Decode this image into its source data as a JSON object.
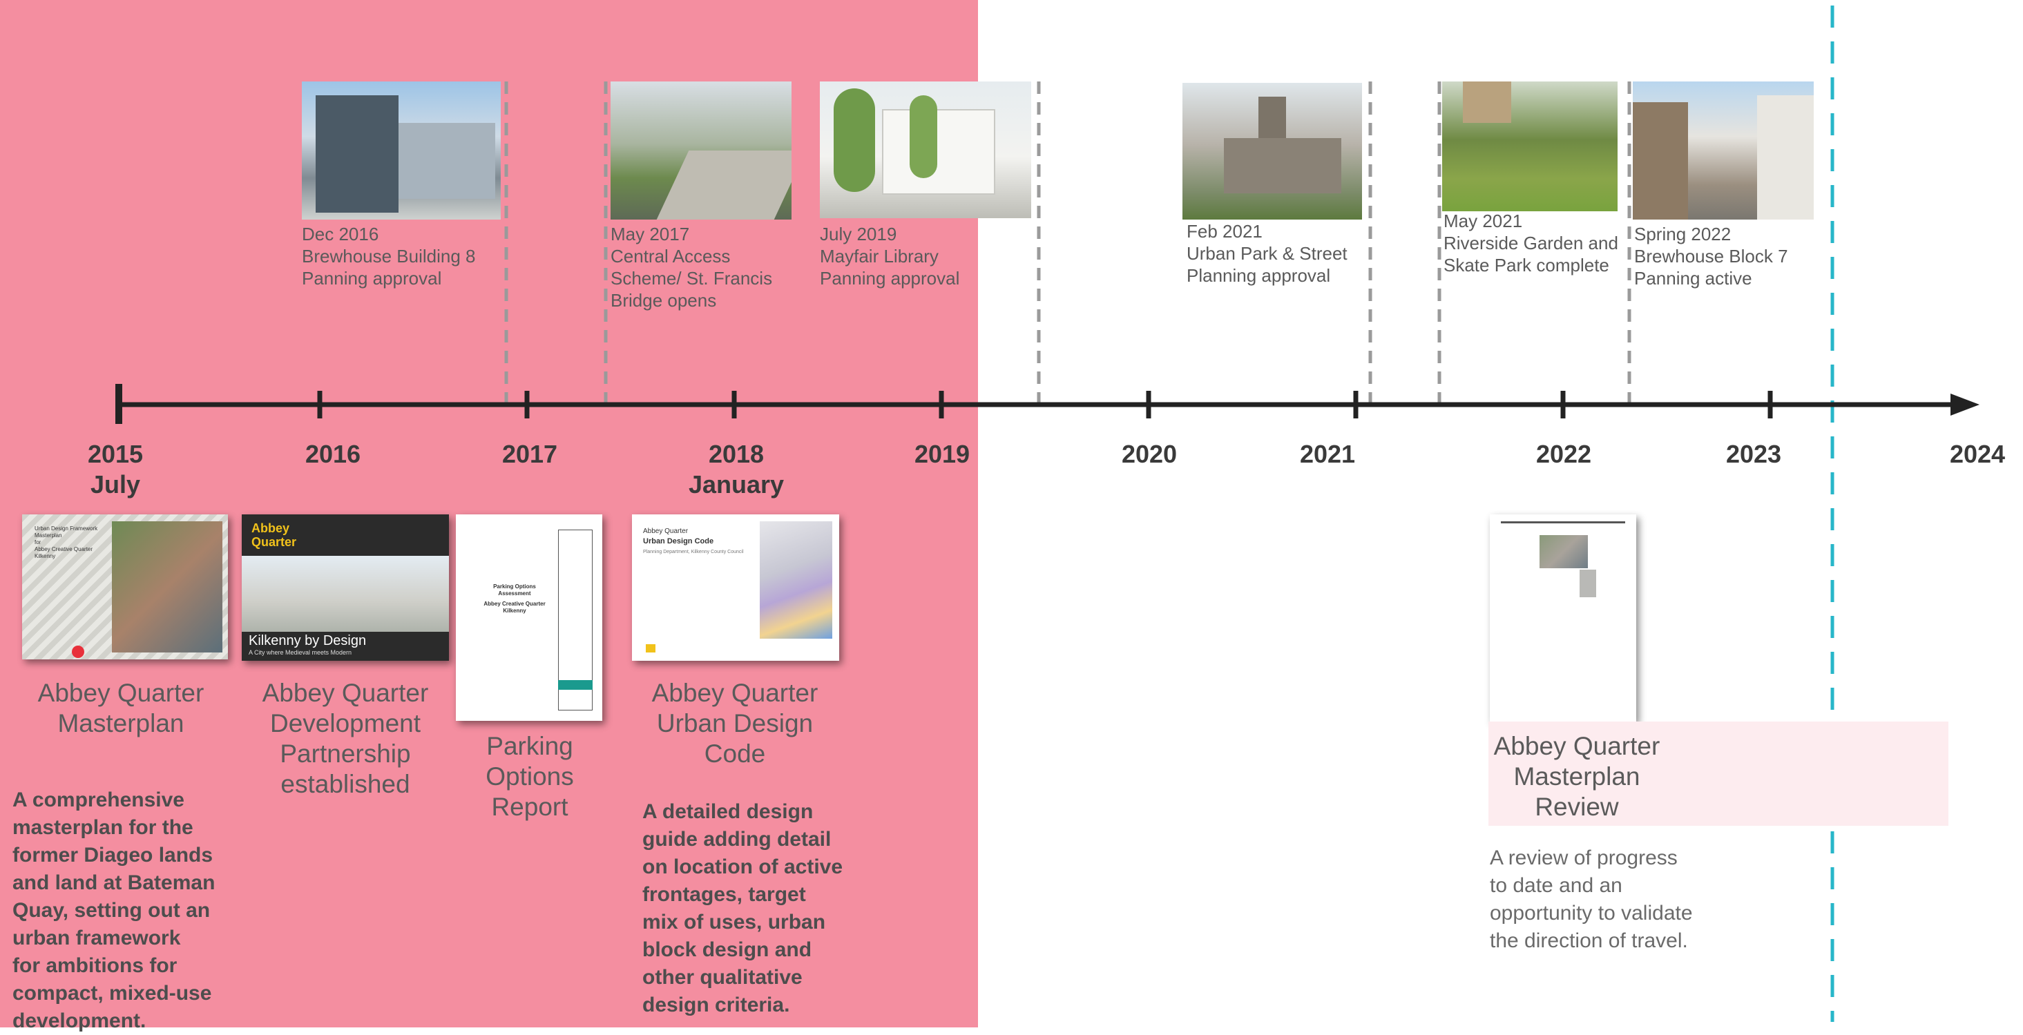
{
  "years": [
    {
      "label": "2015",
      "sub": "July"
    },
    {
      "label": "2016",
      "sub": ""
    },
    {
      "label": "2017",
      "sub": ""
    },
    {
      "label": "2018",
      "sub": "January"
    },
    {
      "label": "2019",
      "sub": ""
    },
    {
      "label": "2020",
      "sub": ""
    },
    {
      "label": "2021",
      "sub": ""
    },
    {
      "label": "2022",
      "sub": ""
    },
    {
      "label": "2023",
      "sub": ""
    },
    {
      "label": "2024",
      "sub": ""
    }
  ],
  "milestones": [
    {
      "lines": [
        "Dec 2016",
        "Brewhouse Building 8",
        "Panning approval"
      ]
    },
    {
      "lines": [
        "May 2017",
        "Central Access",
        "Scheme/ St. Francis",
        "Bridge opens"
      ]
    },
    {
      "lines": [
        "July 2019",
        "Mayfair Library",
        "Panning approval"
      ]
    },
    {
      "lines": [
        "Feb 2021",
        "Urban Park & Street",
        "Planning approval"
      ]
    },
    {
      "lines": [
        "May 2021",
        "Riverside Garden and",
        "Skate Park complete"
      ]
    },
    {
      "lines": [
        "Spring 2022",
        "Brewhouse Block 7",
        "Panning active"
      ]
    }
  ],
  "documents": [
    {
      "title": [
        "Abbey Quarter",
        "Masterplan"
      ],
      "description": [
        "A comprehensive",
        "masterplan for the",
        "former Diageo lands",
        "and land at Bateman",
        "Quay, setting out an",
        "urban framework",
        "for ambitions for",
        "compact, mixed-use",
        "development."
      ]
    },
    {
      "title": [
        "Abbey Quarter",
        "Development",
        "Partnership",
        "established"
      ],
      "description": []
    },
    {
      "title": [
        "Parking",
        "Options",
        "Report"
      ],
      "description": []
    },
    {
      "title": [
        "Abbey Quarter",
        "Urban Design",
        "Code"
      ],
      "description": [
        "A detailed design",
        "guide adding detail",
        "on location of active",
        "frontages, target",
        "mix of uses, urban",
        "block design and",
        "other qualitative",
        "design criteria."
      ]
    },
    {
      "title": [
        "Abbey Quarter",
        "Masterplan",
        "Review"
      ],
      "description": [
        "A review of progress",
        "to date and an",
        "opportunity to validate",
        "the direction of travel."
      ]
    }
  ],
  "thumb_text": {
    "masterplan_cover": [
      "Urban Design Framework",
      "Masterplan",
      "for",
      "Abbey Creative Quarter",
      "Kilkenny"
    ],
    "partnership_logo": "Abbey Quarter",
    "partnership_banner": "Kilkenny by Design",
    "partnership_tagline": "A City where Medieval meets Modern",
    "parking_title": "Parking Options Assessment",
    "parking_sub": "Abbey Creative Quarter Kilkenny",
    "udc_org": "Abbey Quarter",
    "udc_title": "Urban Design Code",
    "udc_sub": "Planning Department, Kilkenny County Council"
  },
  "colors": {
    "band": "#f48ea0",
    "axis": "#222222",
    "milestone_dash": "#9a9a9a",
    "today_marker": "#27b6c9"
  }
}
